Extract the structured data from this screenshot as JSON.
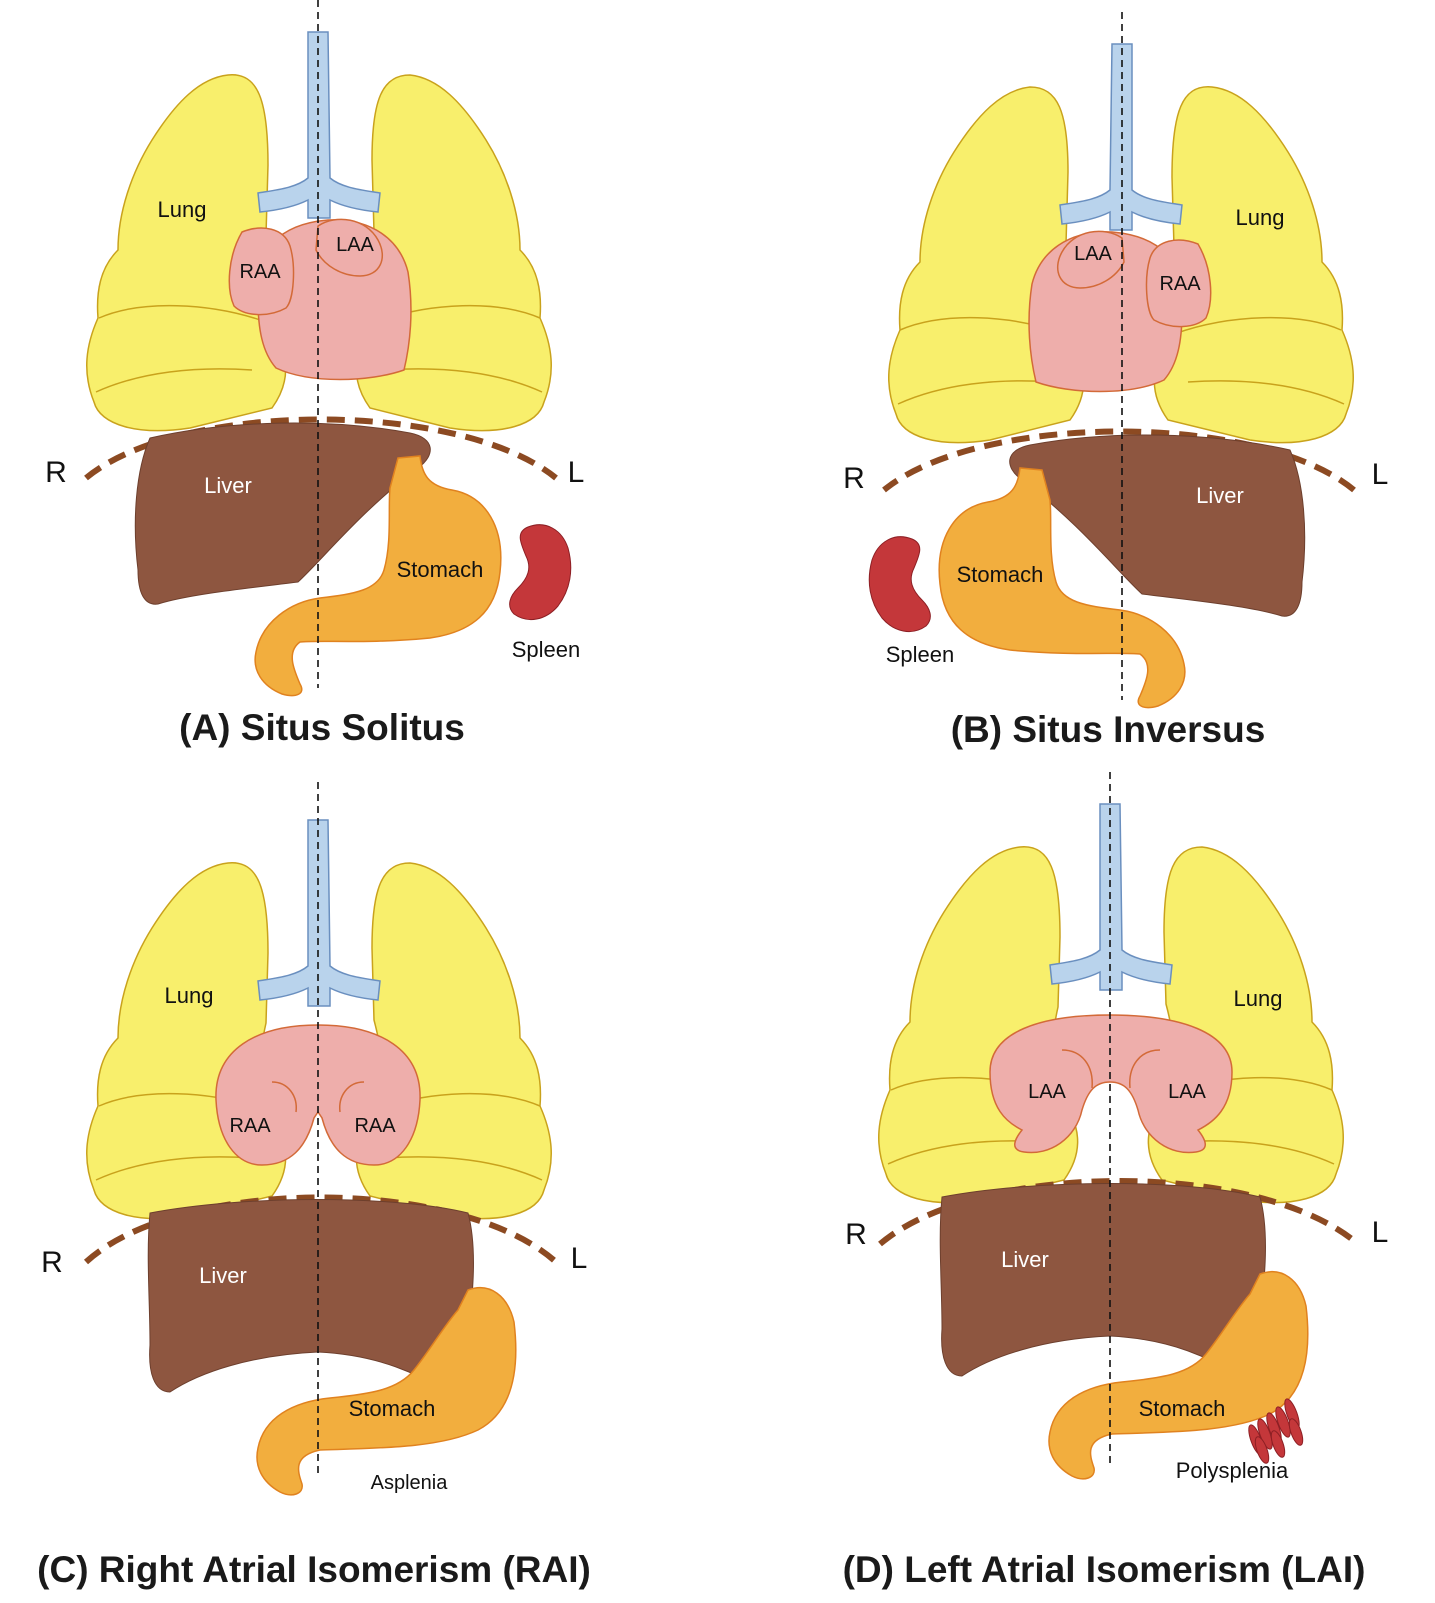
{
  "panels": {
    "a": {
      "title": "(A) Situs Solitus",
      "lung": "Lung",
      "raa": "RAA",
      "laa": "LAA",
      "liver": "Liver",
      "stomach": "Stomach",
      "spleen": "Spleen",
      "right": "R",
      "left": "L"
    },
    "b": {
      "title": "(B) Situs Inversus",
      "lung": "Lung",
      "raa": "RAA",
      "laa": "LAA",
      "liver": "Liver",
      "stomach": "Stomach",
      "spleen": "Spleen",
      "right": "R",
      "left": "L"
    },
    "c": {
      "title": "(C) Right Atrial Isomerism (RAI)",
      "lung": "Lung",
      "raa_left": "RAA",
      "raa_right": "RAA",
      "liver": "Liver",
      "stomach": "Stomach",
      "spleen": "Asplenia",
      "right": "R",
      "left": "L"
    },
    "d": {
      "title": "(D) Left Atrial Isomerism (LAI)",
      "lung": "Lung",
      "laa_left": "LAA",
      "laa_right": "LAA",
      "liver": "Liver",
      "stomach": "Stomach",
      "spleen": "Polysplenia",
      "right": "R",
      "left": "L"
    }
  },
  "colors": {
    "lung": "#f8ef6c",
    "airway": "#b9d3ec",
    "heart": "#eeaeab",
    "liver": "#8e5640",
    "stomach": "#f2ae3e",
    "spleen": "#c4373a",
    "diaphragm": "#8c4a22"
  }
}
